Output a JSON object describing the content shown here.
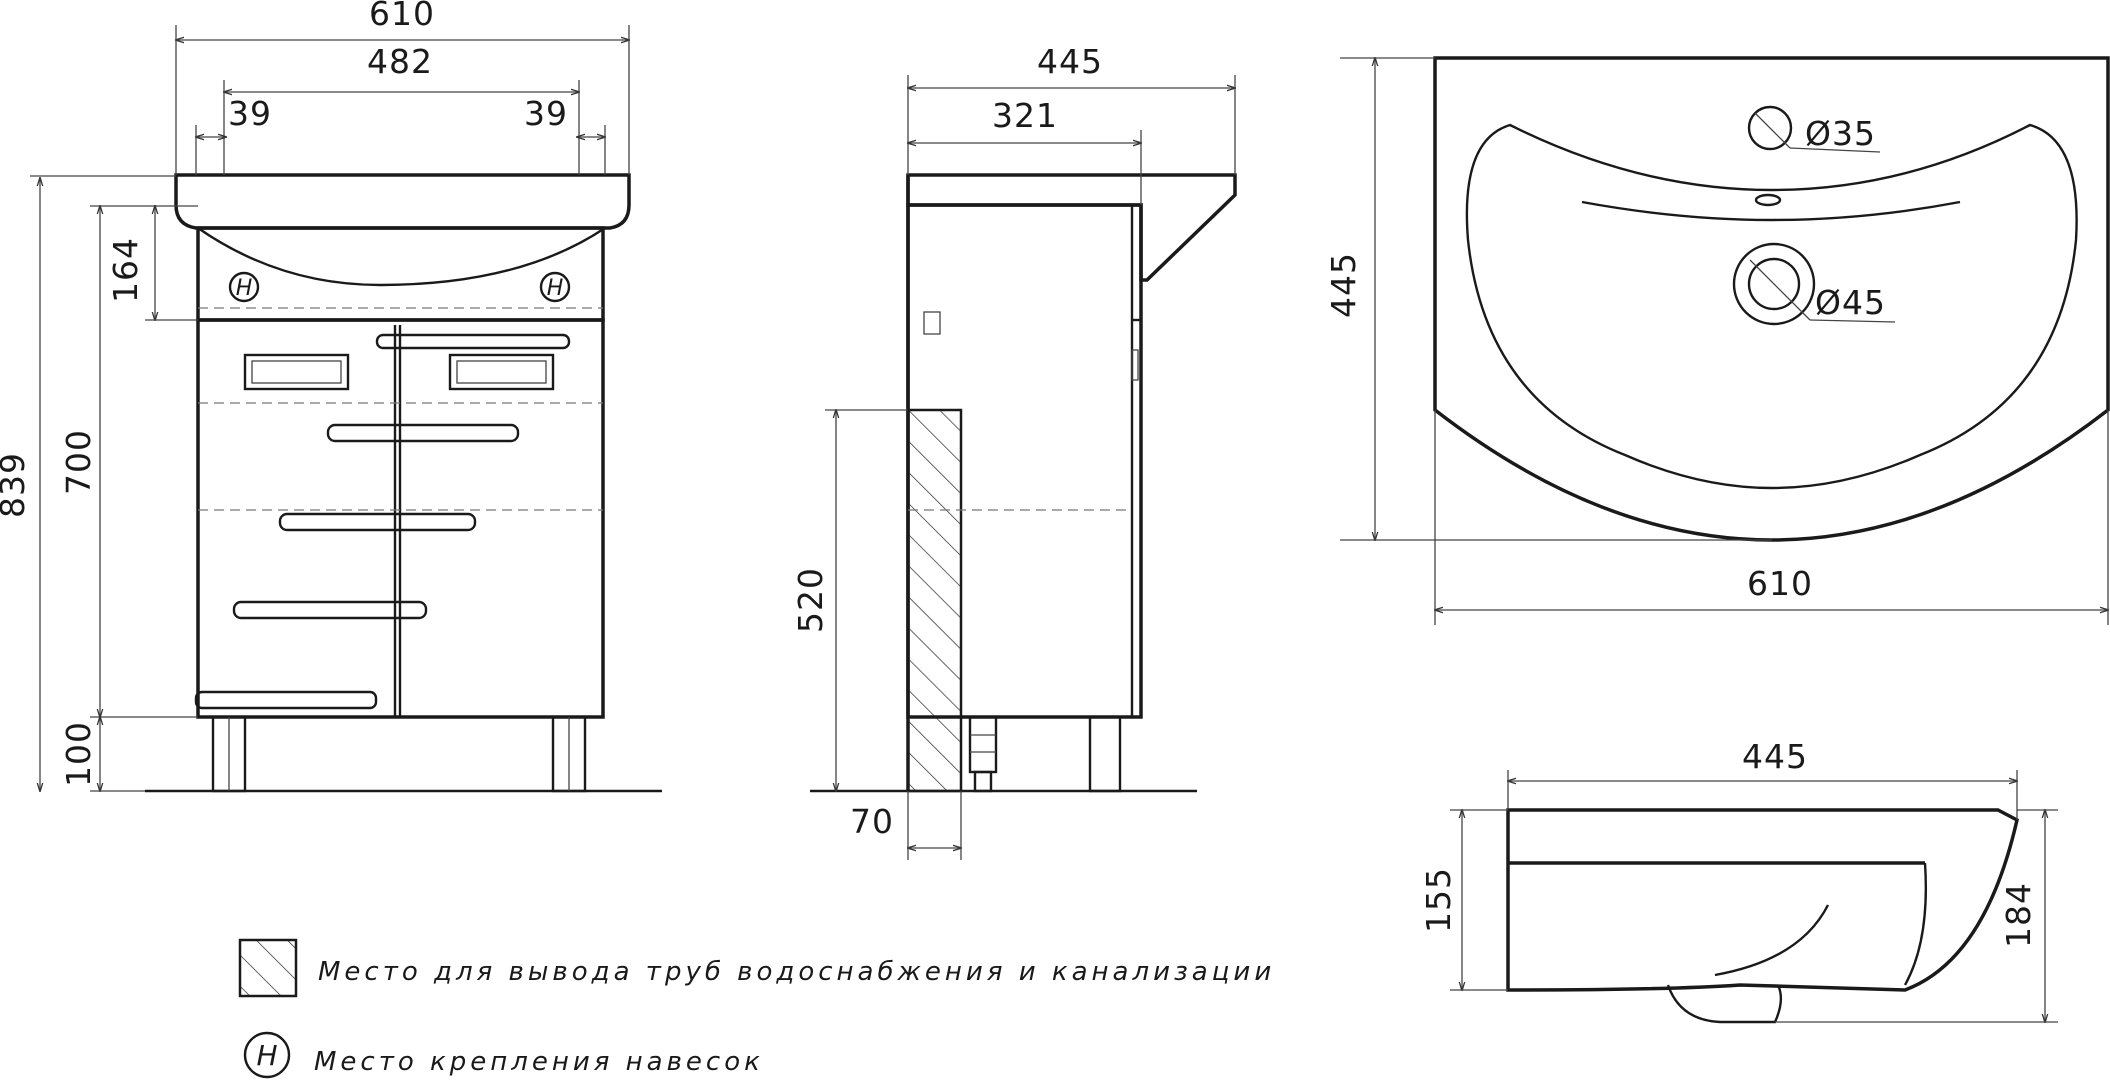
{
  "dimensions": {
    "front_width": "610",
    "front_inner_width": "482",
    "front_left_offset": "39",
    "front_right_offset": "39",
    "front_total_height": "839",
    "front_body_height": "700",
    "front_top_height": "164",
    "front_leg_height": "100",
    "side_depth": "445",
    "side_body_depth": "321",
    "side_pipe_height": "520",
    "side_pipe_depth": "70",
    "basin_depth": "445",
    "basin_width": "610",
    "basin_tap_hole": "Ø35",
    "basin_drain_hole": "Ø45",
    "basin_side_width": "445",
    "basin_front_height": "155",
    "basin_back_height": "184"
  },
  "legend": {
    "hatch_label": "Место для вывода труб водоснабжения и канализации",
    "hanger_symbol": "H",
    "hanger_label": "Место крепления навесок"
  },
  "symbols": {
    "hanger_marker_left": "H",
    "hanger_marker_right": "H"
  }
}
